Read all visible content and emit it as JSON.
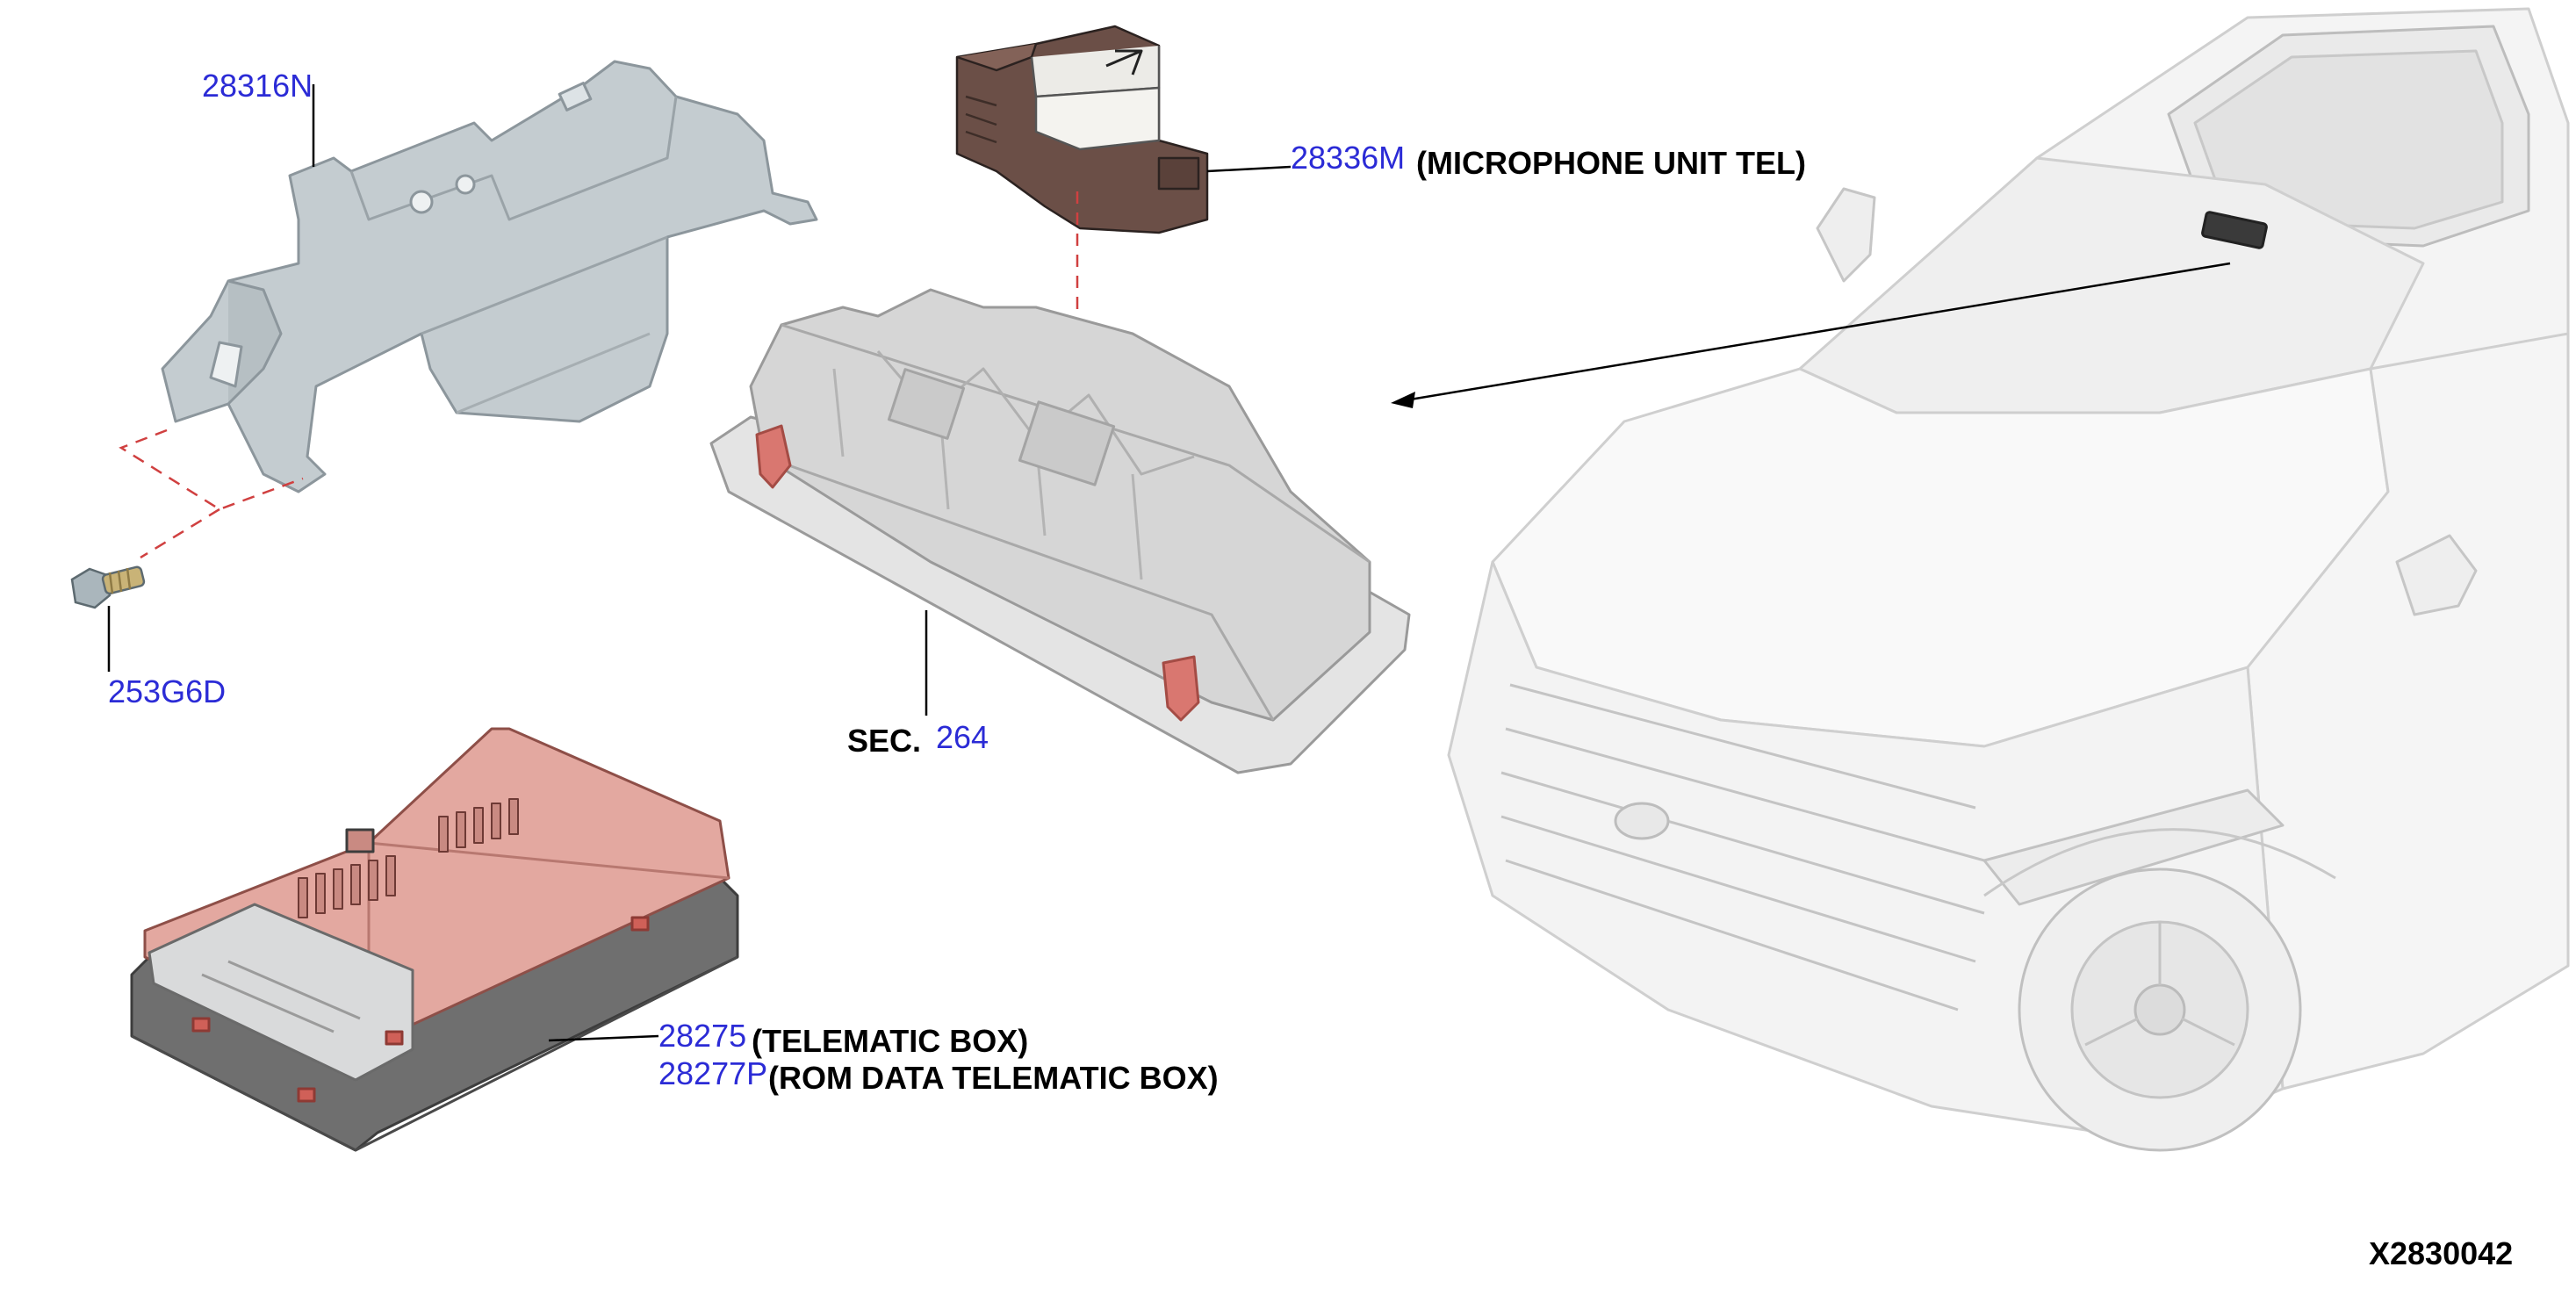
{
  "colors": {
    "part_number": "#2b2bd6",
    "text": "#000000",
    "bracket": "#c4ccd0",
    "module_red": "#e3a8a0",
    "module_dark": "#6f6f6f",
    "lamp": "#e6e6e6",
    "leader_dash": "#d04040",
    "car_line": "#cfcfcf"
  },
  "callouts": {
    "bracket": {
      "part_no": "28316N"
    },
    "bolt": {
      "part_no": "253G6D"
    },
    "microphone": {
      "part_no": "28336M",
      "desc": "(MICROPHONE UNIT TEL)"
    },
    "map_lamp": {
      "sec_prefix": "SEC.",
      "sec_no": "264"
    },
    "telematic_box": {
      "part_no": "28275",
      "desc": "(TELEMATIC BOX)"
    },
    "rom_data": {
      "part_no": "28277P",
      "desc": "(ROM DATA TELEMATIC BOX)"
    }
  },
  "diagram_id": "X2830042",
  "icons": {
    "bracket": "mounting-bracket-icon",
    "bolt": "bolt-icon",
    "microphone": "microphone-unit-icon",
    "lamp": "map-lamp-assembly-icon",
    "telematic": "telematic-box-icon",
    "vehicle": "vehicle-illustration"
  }
}
